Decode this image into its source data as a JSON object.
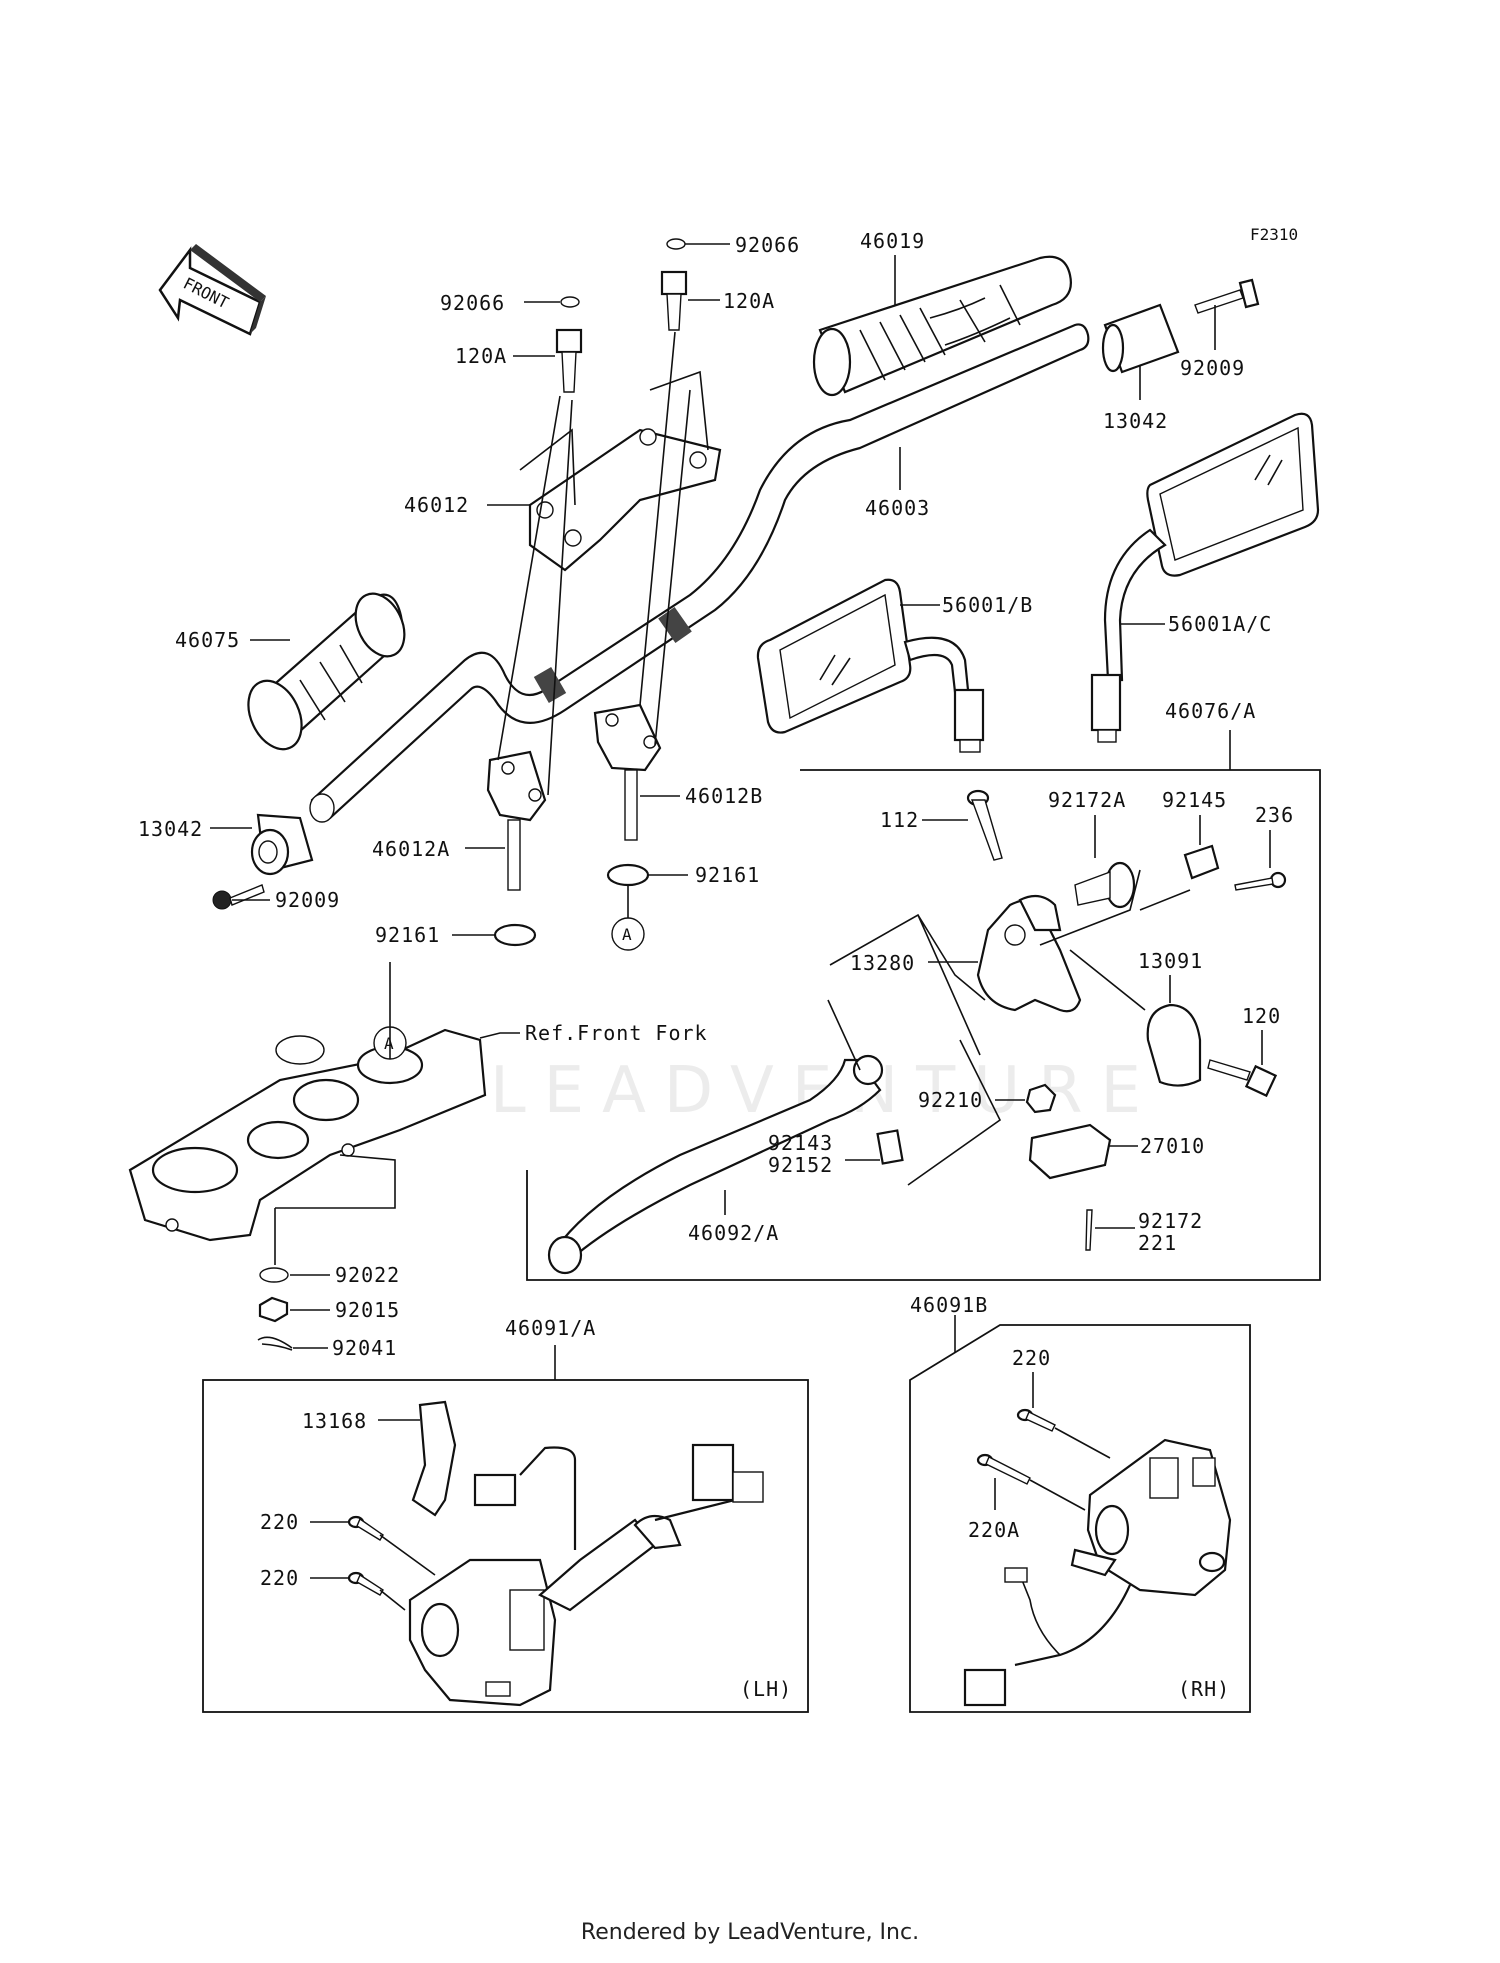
{
  "figure_code": "F2310",
  "front_arrow_label": "FRONT",
  "watermark": "LEADVENTURE",
  "footer": "Rendered by LeadVenture, Inc.",
  "ref_text": "Ref.Front Fork",
  "labels": {
    "l92066a": "92066",
    "l92066b": "92066",
    "l120a1": "120A",
    "l120a2": "120A",
    "l46019": "46019",
    "l92009a": "92009",
    "l13042a": "13042",
    "l46012": "46012",
    "l46003": "46003",
    "l46075": "46075",
    "l56001b": "56001/B",
    "l56001ac": "56001A/C",
    "l46076a": "46076/A",
    "l13042b": "13042",
    "l46012a": "46012A",
    "l46012b": "46012B",
    "l92009b": "92009",
    "l92161a": "92161",
    "l92161b": "92161",
    "l112": "112",
    "l92172a": "92172A",
    "l92145": "92145",
    "l236": "236",
    "l13280": "13280",
    "l13091": "13091",
    "l120": "120",
    "l92210": "92210",
    "l92143": "92143",
    "l92152": "92152",
    "l27010": "27010",
    "l46092a": "46092/A",
    "l92172": "92172",
    "l221": "221",
    "l92022": "92022",
    "l92015": "92015",
    "l92041": "92041",
    "l46091a": "46091/A",
    "l46091b": "46091B",
    "l13168": "13168",
    "l220a": "220",
    "l220b": "220",
    "l220c": "220",
    "l220A": "220A",
    "lLH": "(LH)",
    "lRH": "(RH)",
    "refA1": "A",
    "refA2": "A"
  }
}
